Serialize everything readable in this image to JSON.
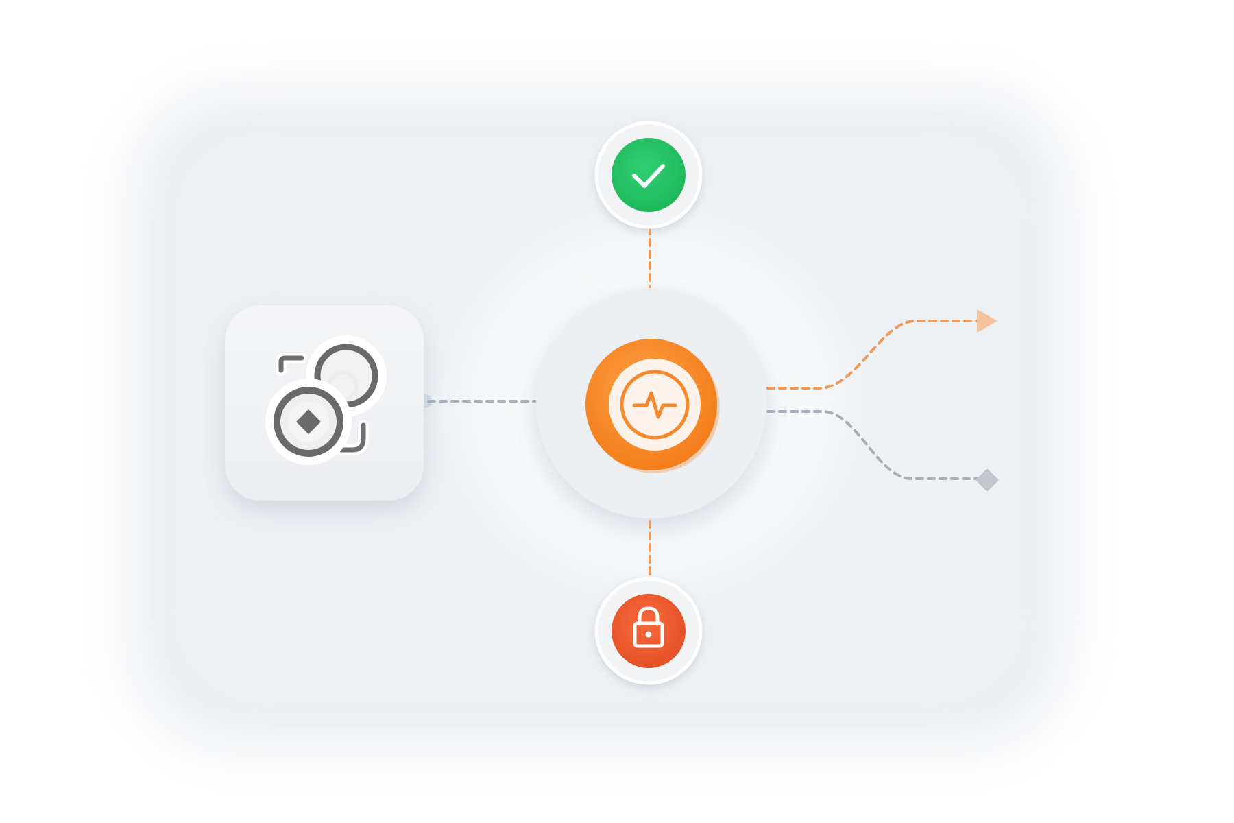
{
  "diagram": {
    "nodes": [
      {
        "id": "coins",
        "icon": "coins-icon",
        "role": "source"
      },
      {
        "id": "hub",
        "icon": "activity-pulse-icon",
        "role": "hub"
      },
      {
        "id": "approved",
        "icon": "checkmark-icon",
        "role": "status"
      },
      {
        "id": "locked",
        "icon": "lock-icon",
        "role": "status"
      }
    ],
    "edges": [
      {
        "from": "coins",
        "to": "hub",
        "style": "dashed"
      },
      {
        "from": "approved",
        "to": "hub",
        "style": "dashed"
      },
      {
        "from": "hub",
        "to": "locked",
        "style": "dashed"
      },
      {
        "from": "hub",
        "to": "output-upper",
        "style": "dashed",
        "end": "arrow"
      },
      {
        "from": "hub",
        "to": "output-lower",
        "style": "dashed",
        "end": "diamond"
      }
    ]
  },
  "colors": {
    "background": "#eef1f4",
    "accent_orange": "#f5842a",
    "approved_green": "#22c063",
    "locked_red": "#ec5a2f",
    "connector_gray": "#a5adb8",
    "connector_orange": "#f0a76a",
    "coin_icon_gray": "#6b6b6b"
  }
}
